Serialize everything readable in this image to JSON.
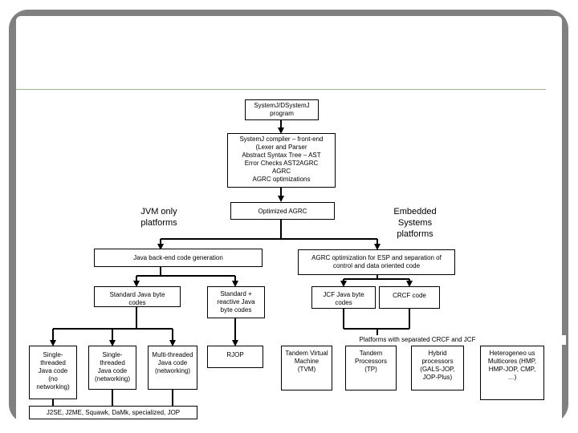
{
  "title_line1": "System.J Compilation and Execution",
  "title_line2": "Strategies",
  "boxes": {
    "program": "SystemJ/DSystemJ program",
    "compiler_l1": "SystemJ compiler – front-end",
    "compiler_l2": "(Lexer and Parser",
    "compiler_l3": "Abstract Syntax Tree – AST",
    "compiler_l4": "Error Checks AST2AGRC",
    "compiler_l5": "AGRC",
    "compiler_l6": "AGRC optimizations",
    "optimized_agrc": "Optimized AGRC",
    "java_backend": "Java back-end code generation",
    "agrc_optimization": "AGRC optimization for ESP and separation of control and data oriented code",
    "standard_java": "Standard Java byte codes",
    "standard_reactive": "Standard + reactive Java byte codes",
    "jcf_java": "JCF Java byte codes",
    "crcf_code": "CRCF code",
    "platforms_separated": "Platforms with separated CRCF and JCF",
    "single_no_net": "Single-threaded Java code (no networking)",
    "single_net": "Single-threaded Java code (networking)",
    "multi_net": "Multi-threaded Java code (networking)",
    "rjop": "RJOP",
    "tvm": "Tandem Virtual Machine (TVM)",
    "tp": "Tandem Processors (TP)",
    "hybrid": "Hybrid processors (GALS-JOP, JOP-Plus)",
    "hetero": "Heterogeneo us Multicores (HMP, HMP-JOP, CMP, …)",
    "jvm_list": "J2SE, J2ME, Squawk, DaMk, specialized, JOP"
  },
  "labels": {
    "jvm_only": "JVM only platforms",
    "embedded": "Embedded Systems platforms"
  },
  "colors": {
    "frame": "#808080",
    "rule": "#9fb08c",
    "text": "#000000"
  }
}
